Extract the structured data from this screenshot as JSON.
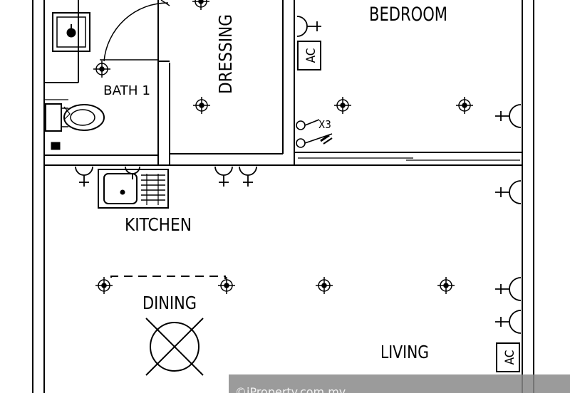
{
  "rooms": {
    "bedroom": "BEDROOM",
    "dressing": "DRESSING",
    "bath": "BATH 1",
    "kitchen": "KITCHEN",
    "dining": "DINING",
    "living": "LIVING"
  },
  "labels": {
    "ac_bedroom": "AC",
    "ac_living": "AC",
    "switch_count": "X3"
  },
  "watermark": "©iProperty.com.my",
  "colors": {
    "line": "#000000",
    "background": "#ffffff",
    "watermark_bar": "#8a8a8a"
  }
}
